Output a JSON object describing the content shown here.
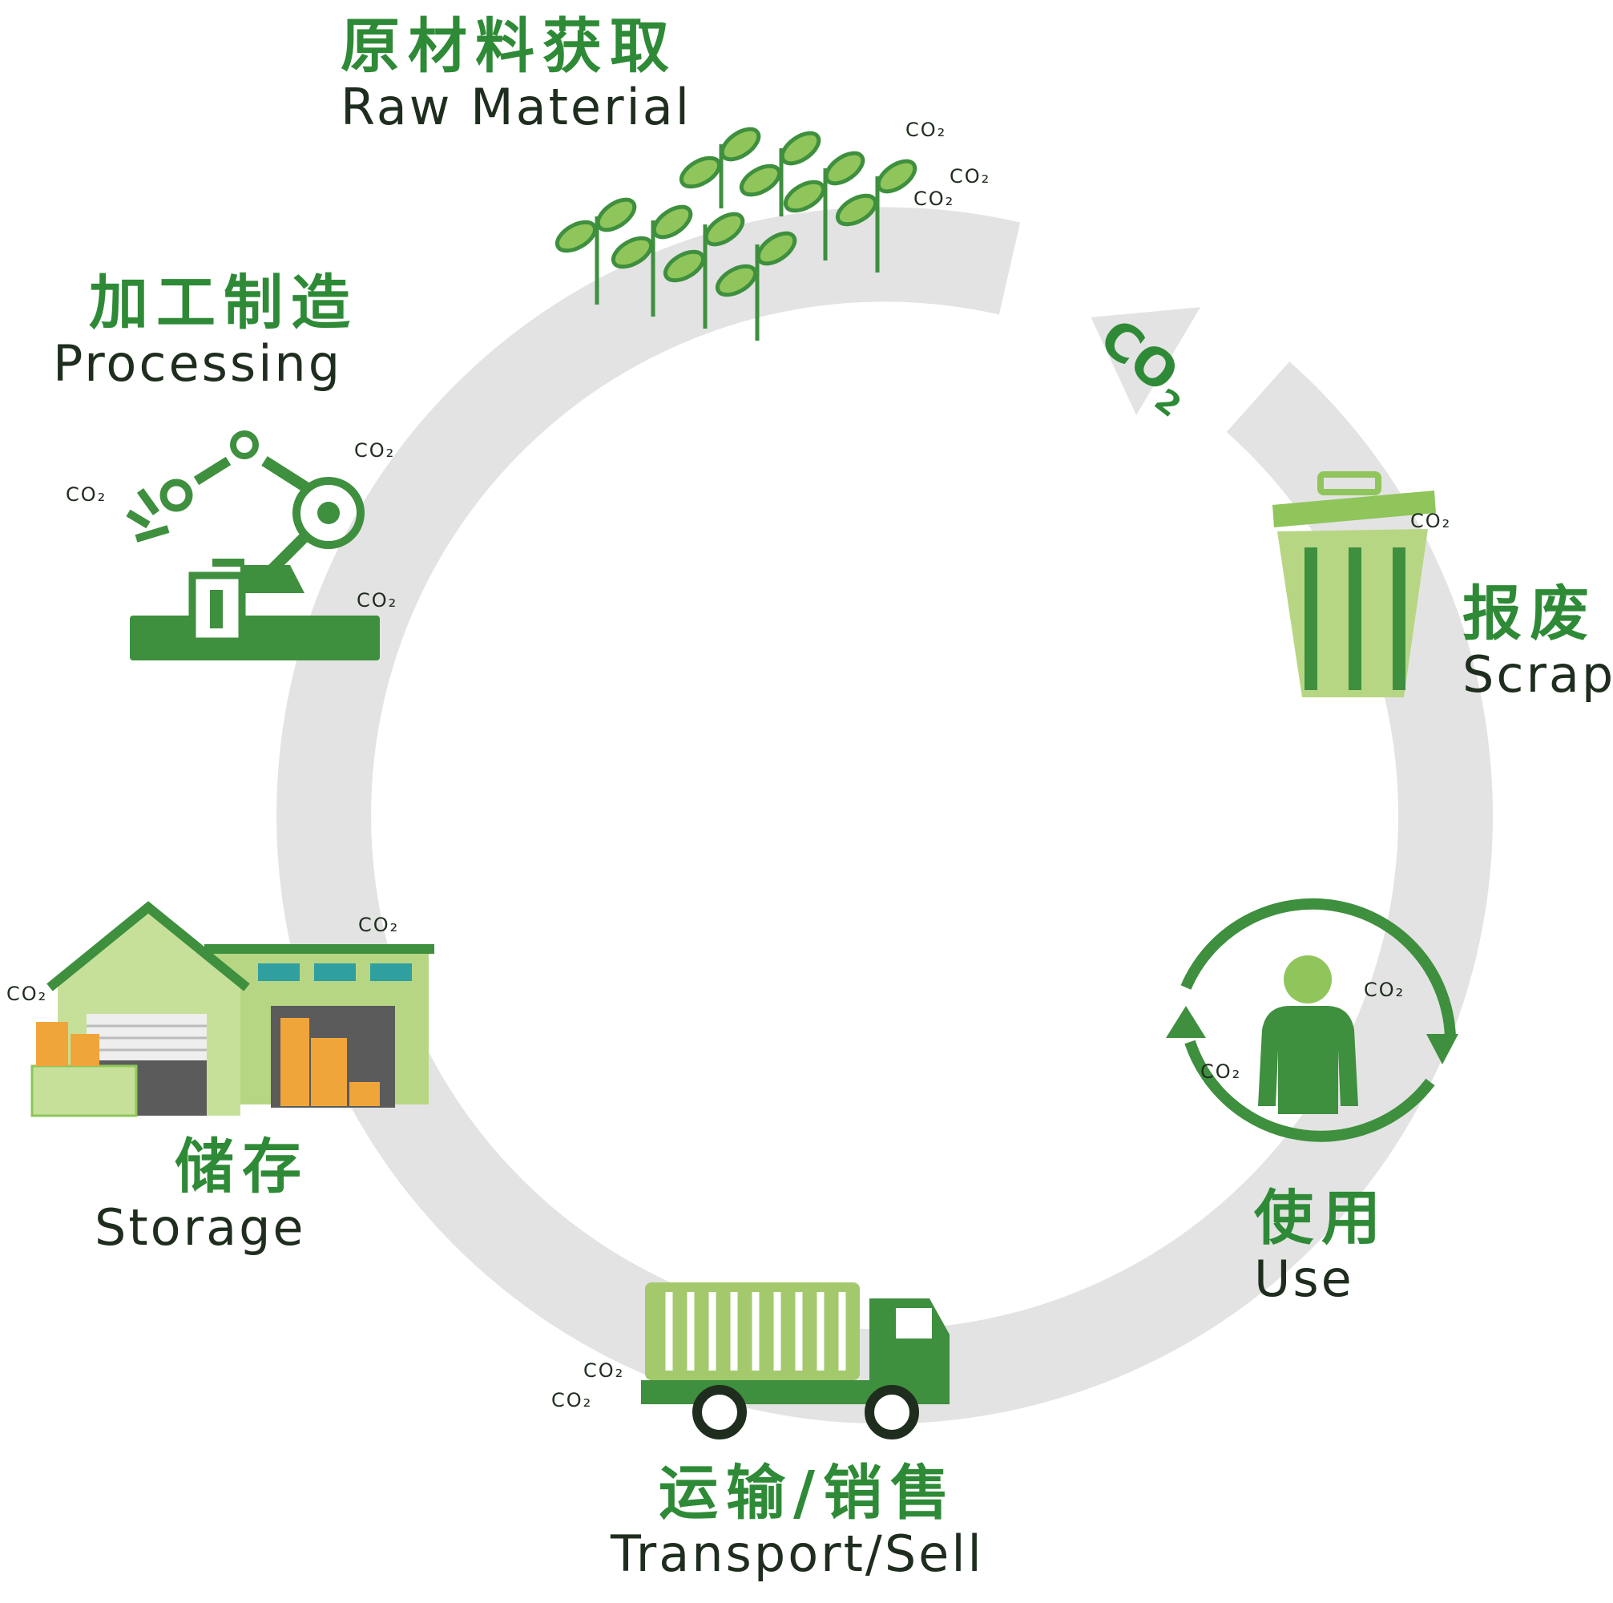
{
  "title": "",
  "stages": {
    "raw_material": {
      "zh": "原材料获取",
      "en": "Raw Material"
    },
    "processing": {
      "zh": "加工制造",
      "en": "Processing"
    },
    "storage": {
      "zh": "储存",
      "en": "Storage"
    },
    "transport": {
      "zh": "运输/销售",
      "en": "Transport/Sell"
    },
    "use": {
      "zh": "使用",
      "en": "Use"
    },
    "scrap": {
      "zh": "报废",
      "en": "Scrap"
    }
  },
  "arrow_label": {
    "co": "CO",
    "sub": "2"
  },
  "emission_tag": "CO₂",
  "colors": {
    "ring": "#e3e3e3",
    "dark_green": "#3e8f3e",
    "light_green": "#8fc55a",
    "pale_green": "#c6e09a",
    "orange": "#f0a53a",
    "gray": "#5b5b5b"
  }
}
